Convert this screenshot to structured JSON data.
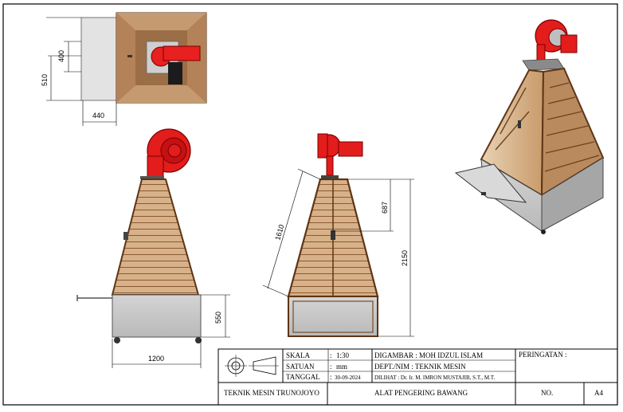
{
  "dimensions": {
    "top_view_depth": "400",
    "top_view_height": "510",
    "top_view_width": "440",
    "front_width": "1200",
    "front_base_height": "550",
    "side_slant_length": "1610",
    "side_upper_height": "687",
    "side_total_height": "2150"
  },
  "title_block": {
    "skala_label": "SKALA",
    "skala_sep": ":",
    "skala_value": "1:30",
    "satuan_label": "SATUAN",
    "satuan_sep": ":",
    "satuan_value": "mm",
    "tanggal_label": "TANGGAL",
    "tanggal_sep": ":",
    "tanggal_value": "30-09-2024",
    "digambar": "DIGAMBAR  : MOH IDZUL ISLAM",
    "dept": "DEPT./NIM    : TEKNIK MESIN",
    "dilihat": "DILIHAT : Dr. Ir. M. IMRON MUSTAJIB, S.T., M.T.",
    "peringatan": "PERINGATAN :",
    "institution": "TEKNIK MESIN TRUNOJOYO",
    "drawing_title": "ALAT PENGERING BAWANG",
    "number_label": "NO.",
    "sheet_size": "A4"
  }
}
